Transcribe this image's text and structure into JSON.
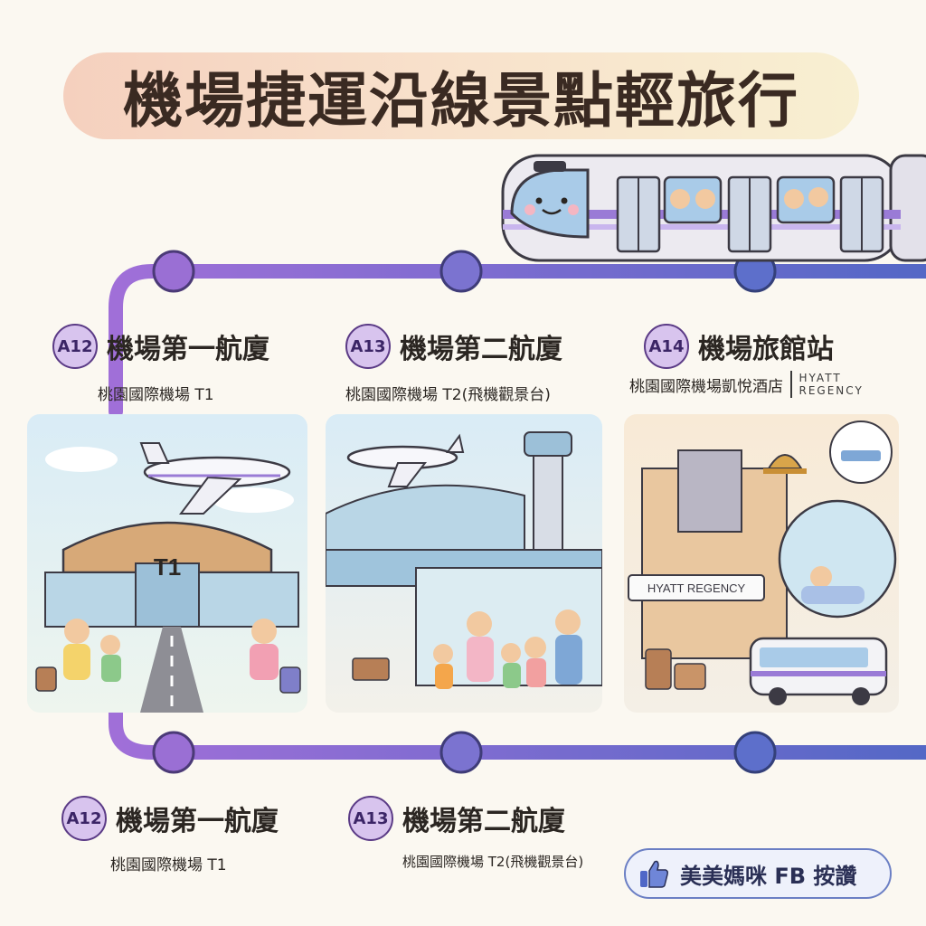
{
  "title": "機場捷運沿線景點輕旅行",
  "stations_top": [
    {
      "code": "A12",
      "name": "機場第一航廈",
      "sub": "桃園國際機場 T1"
    },
    {
      "code": "A13",
      "name": "機場第二航廈",
      "sub": "桃園國際機場 T2(飛機觀景台)"
    },
    {
      "code": "A14",
      "name": "機場旅館站",
      "sub": "桃園國際機場凱悅酒店",
      "brand_line1": "HYATT",
      "brand_line2": "REGENCY"
    }
  ],
  "panels": {
    "t1_sign": "T1",
    "hotel_sign": "HYATT REGENCY"
  },
  "stations_bottom": [
    {
      "code": "A12",
      "name": "機場第一航廈",
      "sub": "桃園國際機場 T1"
    },
    {
      "code": "A13",
      "name": "機場第二航廈",
      "sub": "桃園國際機場 T2(飛機觀景台)"
    }
  ],
  "fb_badge": {
    "label": "美美媽咪 FB 按讚",
    "icon": "thumbs-up-icon"
  },
  "colors": {
    "line_purple": "#9b6fd6",
    "line_blue": "#5b6fc8",
    "badge_fill": "#d8c4ee",
    "train_stripe": "#9a7bd6"
  }
}
